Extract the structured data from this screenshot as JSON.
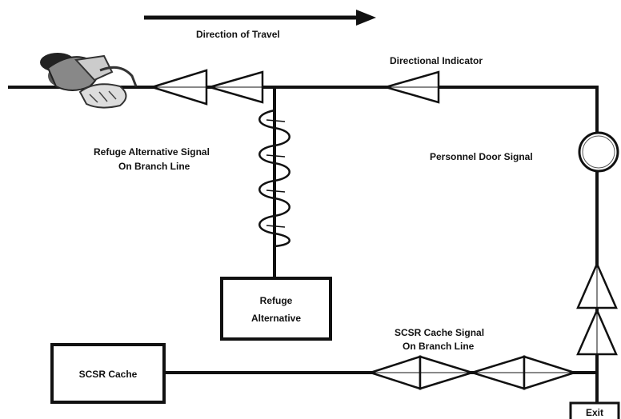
{
  "labels": {
    "direction_of_travel": "Direction of Travel",
    "directional_indicator": "Directional Indicator",
    "refuge_alt_signal_line1": "Refuge Alternative Signal",
    "refuge_alt_signal_line2": "On Branch Line",
    "personnel_door_signal": "Personnel Door Signal",
    "refuge_box_line1": "Refuge",
    "refuge_box_line2": "Alternative",
    "scsr_cache_signal_line1": "SCSR Cache Signal",
    "scsr_cache_signal_line2": "On Branch Line",
    "scsr_cache_box": "SCSR Cache",
    "exit_box": "Exit"
  },
  "icons": {
    "miner": "miner-figure-icon",
    "directional_cone": "directional-cone-icon",
    "spiral": "spiral-branch-signal-icon",
    "door_signal": "personnel-door-signal-icon",
    "double_cone": "double-cone-cache-signal-icon"
  },
  "colors": {
    "line": "#111111",
    "background": "#ffffff"
  }
}
